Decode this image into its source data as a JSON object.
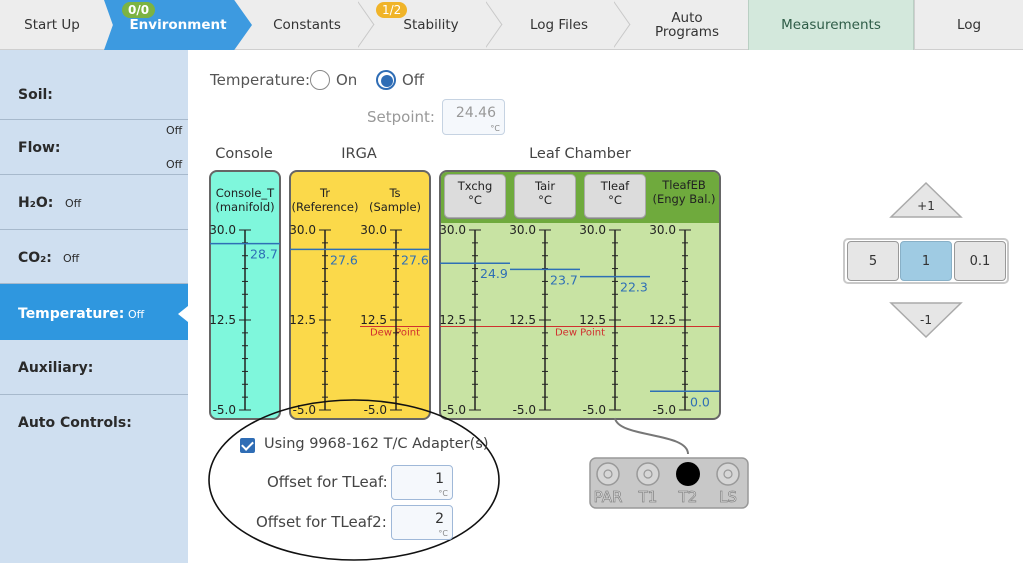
{
  "tabs": [
    {
      "label": "Start Up"
    },
    {
      "label": "Environment",
      "badge": "0/0"
    },
    {
      "label": "Constants"
    },
    {
      "label": "Stability",
      "badge": "1/2"
    },
    {
      "label": "Log Files"
    },
    {
      "label": "Auto\nPrograms"
    },
    {
      "label": "Measurements"
    },
    {
      "label": "Log"
    }
  ],
  "sidebar": {
    "items": [
      {
        "label": "Soil:",
        "state": ""
      },
      {
        "label": "Flow:",
        "state": "Off",
        "state2": "Off"
      },
      {
        "label": "H₂O:",
        "state": "Off"
      },
      {
        "label": "CO₂:",
        "state": "Off"
      },
      {
        "label": "Temperature:",
        "state": "Off"
      },
      {
        "label": "Auxiliary:",
        "state": ""
      },
      {
        "label": "Auto Controls:",
        "state": ""
      }
    ]
  },
  "temperature": {
    "label": "Temperature:",
    "on_label": "On",
    "off_label": "Off",
    "selected": "Off",
    "setpoint_label": "Setpoint:",
    "setpoint_value": "24.46",
    "setpoint_unit": "°C"
  },
  "groups": {
    "console": "Console",
    "irga": "IRGA",
    "leaf_chamber": "Leaf Chamber"
  },
  "columns": {
    "console_t": {
      "line1": "Console_T",
      "line2": "(manifold)",
      "value": "28.7"
    },
    "tr": {
      "line1": "Tr",
      "line2": "(Reference)",
      "value": "27.6"
    },
    "ts": {
      "line1": "Ts",
      "line2": "(Sample)",
      "value": "27.6"
    },
    "txchg": {
      "line1": "Txchg",
      "line2": "°C",
      "value": "24.9"
    },
    "tair": {
      "line1": "Tair",
      "line2": "°C",
      "value": "23.7"
    },
    "tleaf": {
      "line1": "Tleaf",
      "line2": "°C",
      "value": "22.3"
    },
    "tleafeb": {
      "line1": "TleafEB",
      "line2": "(Engy Bal.)",
      "value": "0.0"
    }
  },
  "scale": {
    "top": "30.0",
    "mid": "12.5",
    "bottom": "-5.0",
    "min": -5.0,
    "max": 30.0
  },
  "dew_point": {
    "label": "Dew Point",
    "value": 12.2
  },
  "adapter": {
    "checkbox_label": "Using 9968-162 T/C Adapter(s)",
    "checked": true,
    "offset_tleaf_label": "Offset for TLeaf:",
    "offset_tleaf_value": "1",
    "offset_tleaf2_label": "Offset for TLeaf2:",
    "offset_tleaf2_value": "2",
    "unit": "°C"
  },
  "connector": {
    "ports": [
      "PAR",
      "T1",
      "T2",
      "LS"
    ],
    "active": "T2"
  },
  "stepper": {
    "up": "+1",
    "down": "-1",
    "options": [
      "5",
      "1",
      "0.1"
    ],
    "selected": "1"
  },
  "colors": {
    "accent": "#3d9ae0",
    "console": "#7ff7dc",
    "irga": "#fbd94a",
    "leaf": "#c8e3a3",
    "leaf_header": "#6faa3d",
    "readout": "#2e6fb5",
    "dew_point": "#d0302f"
  }
}
